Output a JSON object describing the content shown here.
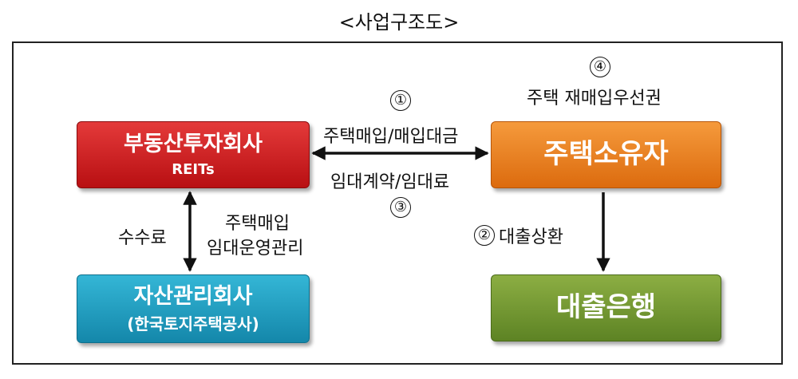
{
  "title": "<사업구조도>",
  "boxes": {
    "reits": {
      "name": "부동산투자회사",
      "sub": "REITs",
      "color": "#c81e20"
    },
    "amc": {
      "name": "자산관리회사",
      "sub": "(한국토지주택공사)",
      "color": "#1d9cc2"
    },
    "owner": {
      "name": "주택소유자",
      "color": "#e9801f"
    },
    "bank": {
      "name": "대출은행",
      "color": "#739a31"
    }
  },
  "flows": {
    "flow1": {
      "num": "①",
      "label": "주택매입/매입대금"
    },
    "flow2": {
      "num": "②",
      "label": "대출상환"
    },
    "flow3": {
      "num": "③",
      "label": "임대계약/임대료"
    },
    "flow4": {
      "num": "④",
      "label": "주택 재매입우선권"
    },
    "fee": {
      "label": "수수료"
    },
    "mgmt": {
      "line1": "주택매입",
      "line2": "임대운영관리"
    }
  }
}
